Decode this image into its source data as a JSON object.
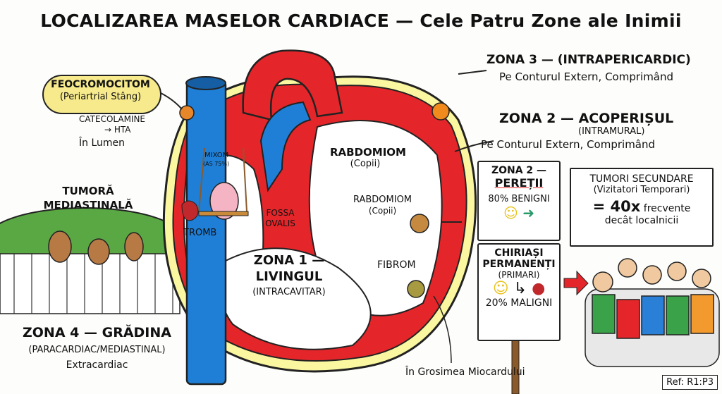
{
  "title": "LOCALIZAREA MASELOR CARDIACE — Cele Patru Zone ale Inimii",
  "feocromocitom": {
    "name": "FEOCROMOCITOM",
    "location": "(Periartrial Stâng)",
    "effect1": "CATECOLAMINE",
    "effect2": "→ HTA",
    "lumen": "În Lumen"
  },
  "zona4": {
    "tumor": "TUMORĂ",
    "tumor2": "MEDIASTINALĂ",
    "label": "ZONA 4 — GRĂDINA",
    "sub": "(PARACARDIAC/MEDIASTINAL)",
    "sub2": "Extracardiac"
  },
  "zona1": {
    "mixom": "MIXOM",
    "mixom_sub": "(AS 75%)",
    "tromb": "TROMB",
    "fossa": "FOSSA",
    "ovalis": "OVALIS",
    "label1": "ZONA 1 —",
    "label2": "LIVINGUL",
    "sub": "(INTRACAVITAR)"
  },
  "wall": {
    "rabdomiom": "RABDOMIOM",
    "copii": "(Copii)",
    "rabdomiom2": "RABDOMIOM",
    "copii2": "(Copii)",
    "fibrom": "FIBROM",
    "grosime": "În Grosimea Miocardului"
  },
  "zona3": {
    "label": "ZONA 3 — (INTRAPERICARDIC)",
    "sub": "Pe Conturul Extern, Comprimând"
  },
  "zona2": {
    "label": "ZONA 2 — ACOPERIȘUL",
    "mid": "(INTRAMURAL)",
    "sub": "Pe Conturul Extern, Comprimând"
  },
  "sign_top": {
    "l1": "ZONA 2 —",
    "l2": "PEREȚII",
    "stat": "80% BENIGNI"
  },
  "sign_bottom": {
    "l1": "CHIRIAȘI",
    "l2": "PERMANENȚI",
    "l3": "(PRIMARI)",
    "stat": "20% MALIGNI"
  },
  "secondary": {
    "l1": "TUMORI SECUNDARE",
    "l2": "(Vizitatori Temporari)",
    "eq": "= 40x",
    "l3": "frecvente",
    "l4": "decât localnicii"
  },
  "ref": "Ref: R1:P3",
  "colors": {
    "red": "#e4262a",
    "blue": "#1f7fd6",
    "yellow": "#f7ec8a",
    "green": "#4c9a3a"
  }
}
